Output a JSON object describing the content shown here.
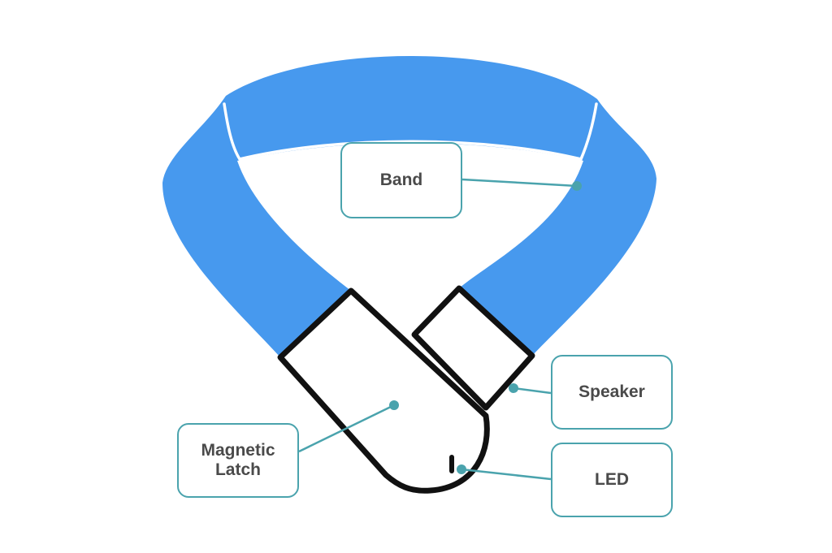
{
  "diagram": {
    "labels": {
      "band": "Band",
      "speaker": "Speaker",
      "led": "LED",
      "magnetic_latch": "Magnetic\nLatch"
    },
    "colors": {
      "band_fill": "#4799ee",
      "outline": "#111111",
      "leader": "#4aa3ad",
      "label_text": "#4a4a4a"
    }
  }
}
